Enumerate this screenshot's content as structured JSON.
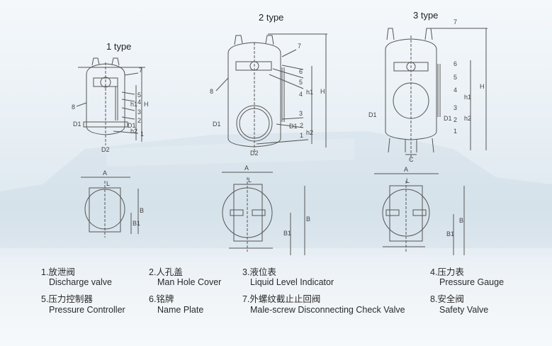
{
  "types": [
    {
      "title": "1 type",
      "callouts": [
        "7",
        "5",
        "4",
        "3",
        "2",
        "1",
        "8"
      ],
      "dims": [
        "H",
        "h1",
        "h2",
        "D1",
        "D1",
        "D2",
        "A",
        "B",
        "B1",
        "L"
      ]
    },
    {
      "title": "2 type",
      "callouts": [
        "7",
        "6",
        "5",
        "4",
        "3",
        "2",
        "1",
        "8"
      ],
      "dims": [
        "H",
        "h1",
        "h2",
        "D1",
        "D1",
        "D2",
        "A",
        "B",
        "B1",
        "L"
      ]
    },
    {
      "title": "3 type",
      "callouts": [
        "7",
        "6",
        "5",
        "4",
        "3",
        "2",
        "1"
      ],
      "dims": [
        "H",
        "h1",
        "h2",
        "D1",
        "D1",
        "C",
        "A",
        "B",
        "B1",
        "L"
      ]
    }
  ],
  "legend": [
    {
      "num_cn": "1.放泄阀",
      "en": "Discharge valve"
    },
    {
      "num_cn": "2.人孔盖",
      "en": "Man Hole Cover"
    },
    {
      "num_cn": "3.液位表",
      "en": "Liquid Level Indicator"
    },
    {
      "num_cn": "4.压力表",
      "en": "Pressure Gauge"
    },
    {
      "num_cn": "5.压力控制器",
      "en": "Pressure Controller"
    },
    {
      "num_cn": "6.铭牌",
      "en": "Name Plate"
    },
    {
      "num_cn": "7.外螺纹截止止回阀",
      "en": "Male-screw Disconnecting Check Valve"
    },
    {
      "num_cn": "8.安全阀",
      "en": "Safety Valve"
    }
  ],
  "colors": {
    "line": "#555555",
    "background": "#eef3f7"
  }
}
